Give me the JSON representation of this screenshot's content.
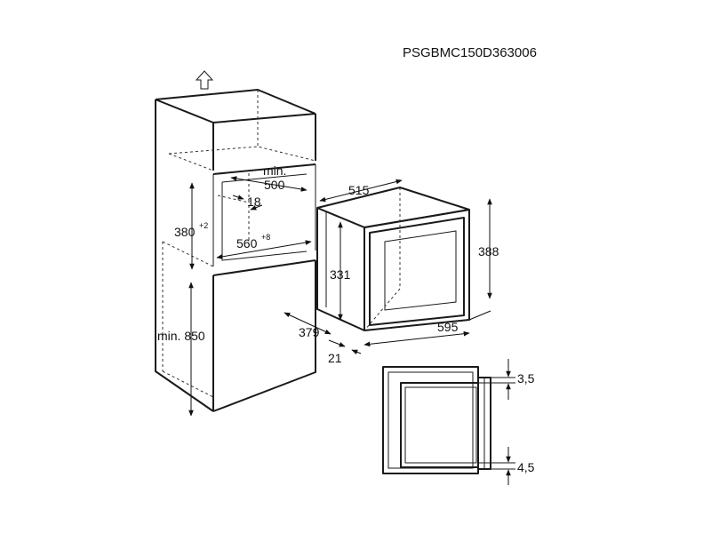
{
  "header": {
    "model_code": "PSGBMC150D363006"
  },
  "cabinet": {
    "niche_width_min": "min.",
    "niche_width_value": "500",
    "frame_thickness": "18",
    "niche_height_value": "380",
    "niche_height_tolerance": "+2",
    "niche_width_value_2": "560",
    "niche_width_tolerance": "+8",
    "install_height": "min. 850"
  },
  "oven": {
    "depth_top": "515",
    "height_total": "388",
    "height_body": "331",
    "depth_body": "379",
    "width_front": "595",
    "door_thickness": "21"
  },
  "detail": {
    "gap_top": "3,5",
    "gap_bottom": "4,5"
  }
}
